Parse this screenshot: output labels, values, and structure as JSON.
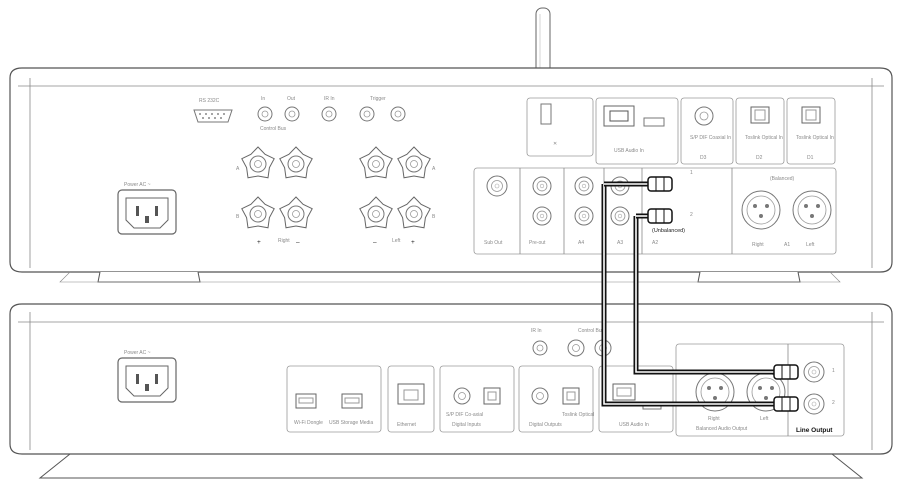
{
  "upper_unit": {
    "rs232_label": "RS 232C",
    "control_bus_label": "Control Bus",
    "ir_in_label": "IR In",
    "trigger_label": "Trigger",
    "in_label": "In",
    "out_label": "Out",
    "power_label": "Power AC ~",
    "speaker_right_label": "Right",
    "speaker_left_label": "Left",
    "speaker_a_label": "A",
    "speaker_b_label": "B",
    "plus_label": "+",
    "minus_label": "–",
    "usb_audio_label": "USB Audio In",
    "spdif_coax_label": "S/P DIF Coaxial In",
    "toslink_label": "Toslink Optical In",
    "d1_label": "D1",
    "d2_label": "D2",
    "d3_label": "D3",
    "sub_out_label": "Sub Out",
    "pre_out_label": "Pre-out",
    "a4_label": "A4",
    "a3_label": "A3",
    "a2_label": "A2",
    "a1_label": "A1",
    "unbalanced_label": "(Unbalanced)",
    "balanced_label": "(Balanced)",
    "right_label": "Right",
    "left_label": "Left",
    "ch1_label": "1",
    "ch2_label": "2"
  },
  "lower_unit": {
    "power_label": "Power AC ~",
    "ir_in_label": "IR In",
    "control_bus_label": "Control Bus",
    "usb_wifi_label": "Wi-Fi Dongle",
    "usb_media_label": "USB Storage Media",
    "ethernet_label": "Ethernet",
    "digital_inputs_label": "Digital Inputs",
    "digital_outputs_label": "Digital Outputs",
    "spdif_coax_label": "S/P DIF Co-axial",
    "toslink_label": "Toslink Optical",
    "usb_audio_label": "USB Audio In",
    "balanced_out_label": "Balanced Audio Output",
    "line_output_label": "Line Output",
    "right_label": "Right",
    "left_label": "Left",
    "ch1_label": "1",
    "ch2_label": "2"
  },
  "colors": {
    "line": "#555555",
    "cable": "#111111",
    "cable_inner": "#ffffff",
    "background": "#ffffff"
  }
}
